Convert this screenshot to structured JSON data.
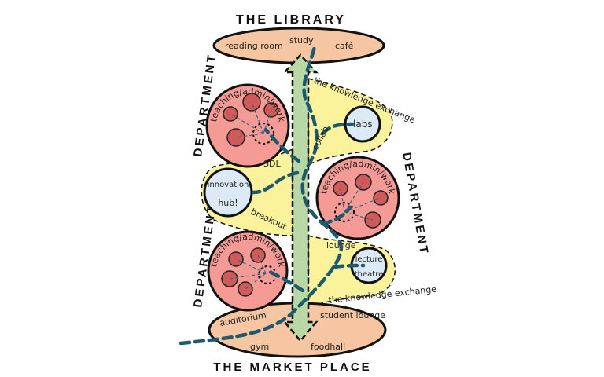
{
  "library": {
    "title": "THE LIBRARY",
    "items": [
      "reading room",
      "study",
      "café"
    ]
  },
  "market": {
    "title": "THE MARKET PLACE",
    "items": [
      "auditorium",
      "student lounge",
      "gym",
      "foodhall"
    ]
  },
  "departments": [
    {
      "label": "DEPARTMENT",
      "sublabel": "teaching/admin/work"
    },
    {
      "label": "DEPARTMENT",
      "sublabel": "teaching/admin/work"
    },
    {
      "label": "DEPARTMENT",
      "sublabel": "teaching/admin/work"
    }
  ],
  "rooms": {
    "labs": "labs",
    "innovation_hub_1": "innovation",
    "innovation_hub_2": "hub!",
    "lecture_1": "lecture",
    "lecture_2": "theatre"
  },
  "zones": {
    "knowledge_exchange_top": "the knowledge exchange",
    "knowledge_exchange_bottom": "the knowledge exchange"
  },
  "path_labels": {
    "collab": "collab",
    "sdl": "SDL",
    "breakout": "breakout",
    "lounge": "lounge"
  },
  "colors": {
    "department": "#f59a94",
    "pod": "#d05a5a",
    "zone": "#fbf39c",
    "room": "#dce9f6",
    "place": "#f6c6a2",
    "arrow": "#b9d8a6",
    "path": "#1e5a6e"
  }
}
